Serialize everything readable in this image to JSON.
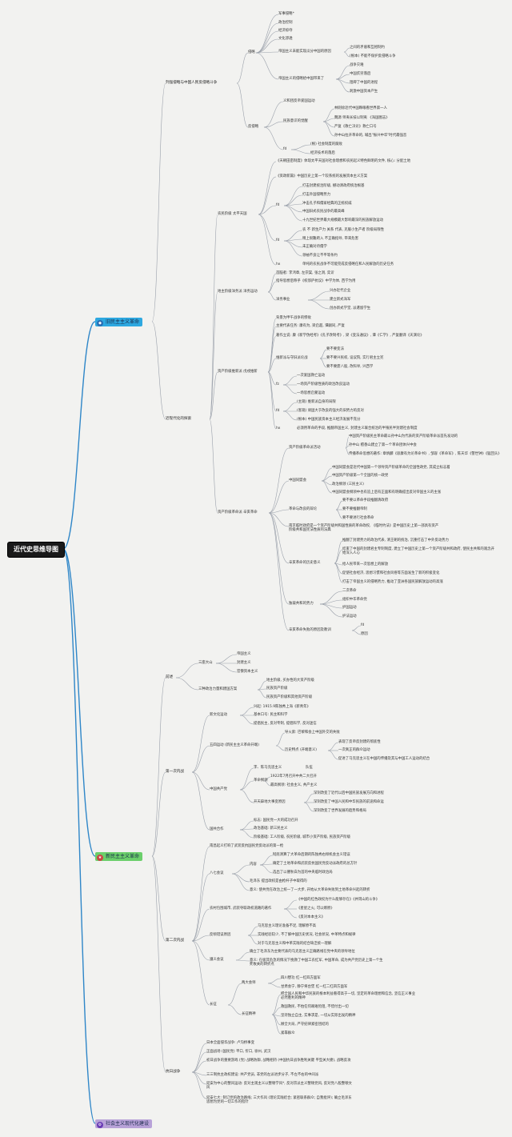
{
  "root": "近代史思维导图",
  "branches": [
    {
      "label": "旧民主主义革命",
      "icon": "diamond-icon"
    },
    {
      "label": "新民主主义革命",
      "icon": "star-icon"
    },
    {
      "label": "社会主义现代化建设",
      "icon": "gear-icon"
    }
  ],
  "colors": {
    "root": "#1a1a1a",
    "b1": "#2ea8e0",
    "b2": "#6bcf6b",
    "b3": "#b8a2d8",
    "line": "#9aa0aa"
  },
  "sections": {
    "a1": "列强侵略与中国人民反侵略斗争",
    "a2": "近现代化的探索",
    "b_top": "前述",
    "b_first": "第一次内战",
    "b_second": "第二次内战",
    "b_war": "抗日战争"
  },
  "nodes": {
    "n1": "侵略",
    "n2": "军事侵略*",
    "n3": "政治控制",
    "n4": "经济掠夺",
    "n5": "文化渗透",
    "n6": "帝国主义未能实现瓜分中国的原因",
    "n7": "之间的矛盾和互相制约",
    "n8": "(根本) 不能不保护反侵略斗争",
    "n9": "帝国主义的侵略给中国带来了",
    "n10": "战争灾难",
    "n11": "中国贫穷落后",
    "n12": "阻碍了中国的进程",
    "n13": "刺激中国资本产生",
    "n14": "反侵略",
    "n15": "义和团反帝爱国运动",
    "n16": "林则徐近代中国睁眼看世界第一人",
    "n17": "民族意识的觉醒",
    "n18": "魏源 师夷长技以制夷 《海国图志》",
    "n19": "严复《救亡决论》救亡口号",
    "n20": "孙中山拉开革命的, 喊出\"振兴中华\"时代最强音",
    "n21": "fd",
    "n22": "(根) 社会制度的腐败",
    "n23": "经济技术的落后",
    "n24": "《天朝田亩制度》体现太平天国对社会理想和农民起义特色鲜明的文件, 核心: 分配土地",
    "n25": "《资政新篇》中国历史上第一个较系统的发展资本主义方案",
    "n26": "农民阶级 太平天国",
    "n27": "fd",
    "n28": "打击封建统治阶级, 撼动清政府统治根基",
    "n29": "打击外国侵略势力",
    "n30": "冲击孔子和儒家经典的正统权威",
    "n31": "中国旧式农民战争的最高峰",
    "n32": "十九世纪世界最大规模最大影响最深的民族解放运动",
    "n33": "fd",
    "n34": "农 不 新生产力 关系 代表, 克服小生产者 阶级局限性",
    "n35": "稍上很難跨入 不正确指导, 带来危害",
    "n36": "未正确对待儒学",
    "n37": "领袖不良让不平等条约",
    "n38": "hx",
    "n39": "单纯的农民战争不可能完成反侵略任和人民解放的历史任务",
    "n40": "地主阶级洋务派 洋务运动",
    "n41": "首脑者: 李鸿章, 左宗棠, 张之洞, 奕䜣",
    "n42": "指导思想后称乎《校邠庐抗议》中学为体, 西学为用",
    "n43": "洋务事业",
    "n44": "兴办近代企业",
    "n45": "建立新式海军",
    "n46": "创办新式学堂, 派遣留学生",
    "n47": "资产阶级维新派 戊戌维新",
    "n48": "背景为甲午战争的惨败",
    "n49": "主要代表任务: 康有为, 梁启超, 谭嗣同, 严复",
    "n50": "著作立说: 康《新学伪经考》《孔子改制考》, 梁《变法通议》, 谭《仁学》, 严复翻译《天演论》",
    "n51": "维新派与守旧派论战",
    "n52": "要不要变法",
    "n53": "要不要兴民权, 设议院, 实行君主立宪",
    "n54": "要不要废八股, 改科举, 兴西学",
    "n55": "fz",
    "n56": "一次爱国救亡运动",
    "n57": "一场资产阶级性质的政治改良运动",
    "n58": "一场思想启蒙运动",
    "n59": "fd",
    "n60": "(主观) 维新派自身的局限",
    "n61": "(客观) 顽固大于改良的强大的旧势力的反对",
    "n62": "(根本) 中国民族资本主义经济发展不充分",
    "n63": "hx",
    "n64": "必须用革命的手段, 推翻帝国主义, 封建主义联合统治的半殖民半封建社会制度",
    "n65": "资产阶级革命派 辛亥革命",
    "n66": "资产阶级革命派活动",
    "n67": "中国资产阶级民主革命最以孙中山为代表的资产阶级革命派首先发动的",
    "n68": "孙中山 檀香山建立了第一个革命团体兴中会",
    "n69": "传播革命思想的著作: 章炳麟《驳康有为论革命书》, 邹容《革命军》, 陈天华《警世钟》《猛回头》",
    "n70": "中国同盟会",
    "n71": "中国同盟会是近代中国第一个领导资产阶级革命的全国性政党, 其成立标志着",
    "n72": "中国资产阶级第一个全国的统一政党",
    "n73": "政治纲领 (三民主义)",
    "n74": "中国同盟会纲领中也有追上后有正面和有明确提出反对帝国主义的主张",
    "n75": "革命与改良的辩论",
    "n76": "要不要以革命手段推翻清政府",
    "n77": "要不要推翻帝制",
    "n78": "要不要进行社会革命",
    "n79": "南京临时政府是一个资产阶级共和国性质的革命政权, 《临时约法》是中国历史上第一部具有资产阶级共和国宪法性质的法典",
    "n80": "辛亥革命的历史意义",
    "n81": "推翻了封建势力的政治代表, 清王朝的统治, 沉重打击了中外反动势力",
    "n82": "结束了中国的封建君主专制制度, 建立了中国历史上第一个资产阶级共和政府, 使民主共和的观念开始深入人心",
    "n83": "给人民带来一次思想上的解放",
    "n84": "促使社会经济, 思想习惯和社会风俗等方面发生了新的积极变化",
    "n85": "打击了帝国主义的侵略势力, 推动了亚洲各国民族解放运动的高涨",
    "n86": "独裁共和的势力",
    "n87": "二次革命",
    "n88": "组织中华革命党",
    "n89": "护国运动",
    "n90": "护法运动",
    "n91": "辛亥革命失败的原因及教训",
    "n92": "fd",
    "n93": "原因",
    "n94": "三座大山",
    "n95": "帝国主义",
    "n96": "封建主义",
    "n97": "官僚资本主义",
    "n98": "三种政治力量和建国方案",
    "n99": "地主阶级, 买办性的大资产阶级",
    "n100": "民族资产阶级",
    "n101": "民族资产阶级和其他资产阶级",
    "n102": "新文化运动",
    "n103": "兴起: 1915.9陈独秀上海《新青年》",
    "n104": "基本口号: 民主和科学",
    "n105": "提倡民主, 反对专制, 提倡科学, 反对迷信",
    "n106": "五四运动 (新民主主义革命开端)",
    "n107": "导火索: 巴黎和会上中国外交的失败",
    "n108": "历史特点 (开端意义)",
    "n109": "表现了反帝反封建的彻底性",
    "n110": "一次真正的群众运动",
    "n111": "促进了马克思主义在中国的传播及其与中国工人运动的结合",
    "n112": "中国共产党",
    "n113": "李、陈马克思主义",
    "n114": "队伍",
    "n115": "革命纲领",
    "n116": "1922年7月召开中共二大召开",
    "n117": "最高纲领: 社会主义, 共产主义",
    "n118": "开天辟地大事变原因",
    "n119": "深刻改变了近代以后中国民族发展方向和进程",
    "n120": "深刻改变了中国人民和中华民族的前途和命运",
    "n121": "深刻改变了世界发展的趋势和格局",
    "n122": "国共合作",
    "n123": "标志: 国民党一大的成功召开",
    "n124": "政治基础: 新三民主义",
    "n125": "阶级基础: 工人阶级, 农民阶级, 城市小资产阶级, 民族资产阶级",
    "n126": "南昌起义打响了武装反抗国民党反动派的第一枪",
    "n127": "八七会议",
    "n128": "内容",
    "n129": "彻底清算了大革命后期的陈独秀右倾机会主义错误",
    "n130": "确定了土地革命和武装反抗国民党反动派政府的总方针",
    "n131": "选出了以瞿秋白为首的中央临时政治局",
    "n132": "毛泽东 提出政权是由枪杆子中取得的",
    "n133": "意义: 使共党在政治上统一了一大步, 开始从大革命失败到土地革命兴起的转折",
    "n134": "农村包围城市, 武装夺取政权道路的著作",
    "n135": "《中国的红色政权为什么能够存在》《井冈山的斗争》",
    "n136": "《星星之火, 可以燎原》",
    "n137": "《反对本本主义》",
    "n138": "反倾错误原因",
    "n139": "马克思主义理论准备不足, 理解原不高",
    "n140": "实践经验较少, 不了解中国历史状况, 社会状况, 中革特点和规律",
    "n141": "对于马克思主义和中革实践的结合缺乏统一理解",
    "n142": "遵义会议",
    "n143": "确立了毛泽东为主要代表的马克思主义正确路线在党中央的领导地位",
    "n144": "意义: 在极其危急的情况下挽救了中国工农红军, 中国革命, 成为共产党历史上第一个生死攸关的转折点",
    "n145": "长征",
    "n146": "两大会师",
    "n147": "四川懋功 红一红四方面军",
    "n148": "甘肃会宁, 静宁将台堡 红一红二红四方面军",
    "n149": "长征精神",
    "n150": "把全国人民和中华民族的根本利益看得高于一切, 坚定的革命理想和信念, 坚信正义事业必然胜利的精神",
    "n151": "救国救民, 不怕任何艰难险阻, 不惜付出一切",
    "n152": "坚持独立自主, 实事求是, 一切从实际出发的精神",
    "n153": "顾全大局, 严守纪律紧密团结的",
    "n154": "紧靠群众",
    "n155": "日本全面侵华战争: 卢沟桥事变",
    "n156": "正面战场 (国民党) 平口, 忻口, 徐州, 武汉",
    "n157": "初日战争的重要游戏 (党) 战略防御, 战略相持 (中国抗日战争胜利关键 平型关大捷), 战略反攻",
    "n158": "三三制抗主政权建设: 共产党员, 非党的左派进步分子, 不左不右的中间派",
    "n159": "延安为中心的整风运动: 反对主观主义以整顿学风*, 反对宗派主义整顿党风, 反对党八股整顿文风",
    "n160": "延安七大: 制订党的政治路线; 三大作风 (理论实践结合; 紧密联系群众; 自我批评); 确立毛泽东思想为党的一切工作的指针"
  }
}
